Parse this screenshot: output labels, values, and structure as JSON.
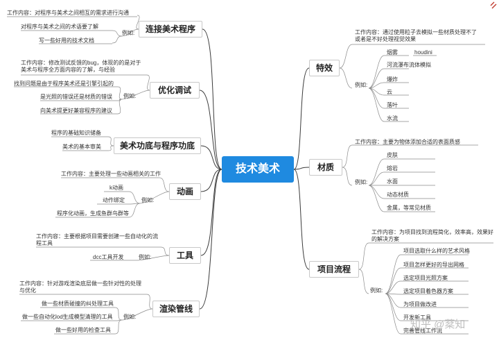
{
  "center": "技术美术",
  "watermark": "知乎 @棻知",
  "left": [
    {
      "title": "连接美术程序",
      "desc": "工作内容：对程序与美术之间相互的需求进行沟通",
      "example_label": "例如:",
      "items": [
        "对程序与美术之间的术语要了解",
        "写一些好用的技术文档"
      ]
    },
    {
      "title": "优化调试",
      "desc": "工作内容：修改测试反馈的bug，体现的的是对于美术与程序全方面内容的了解，与经验",
      "example_label": "例如:",
      "items": [
        "找到问题是由于程序美术还是引擎引起的",
        "是光照的错误还是材质的错误",
        "向美术提更好兼容程序的建议"
      ]
    },
    {
      "title": "美术功底与程序功底",
      "items": [
        "程序的基础知识储备",
        "美术的基本审美"
      ]
    },
    {
      "title": "动画",
      "desc": "工作内容：主要处理一些动画相关的工作",
      "example_label": "例如:",
      "items": [
        "k动画",
        "动作绑定",
        "程序化动画，生成鱼群鸟群等"
      ]
    },
    {
      "title": "工具",
      "desc": "工作内容：主要根据项目需要创建一些自动化的流程工具",
      "example_label": "例如:",
      "items": [
        "dcc工具开发"
      ]
    },
    {
      "title": "渲染管线",
      "desc": "工作内容：针对游戏渲染底层做一些针对性的处理与优化",
      "example_label": "例如:",
      "items": [
        "做一些材质碰撞的纠处理工具",
        "做一些自动化lod生成模型清理的工具",
        "做一些好用的检查工具"
      ]
    }
  ],
  "right": [
    {
      "title": "特效",
      "desc": "工作内容：通过使用粒子去模拟一些材质处理不了或者是不好处理视觉效果",
      "example_label": "例如:",
      "items": [
        "烟雾",
        "河流瀑布流体模拟",
        "爆炸",
        "云",
        "落叶",
        "水流"
      ],
      "extra": "houdini"
    },
    {
      "title": "材质",
      "desc": "工作内容：主要为物体添加合适的表面质感",
      "example_label": "例如:",
      "items": [
        "皮肤",
        "熔岩",
        "水面",
        "动态材质",
        "金属，等常见材质"
      ]
    },
    {
      "title": "项目流程",
      "desc": "工作内容：为项目找到流程简化，效率高，效果好的解决方案",
      "example_label": "例如:",
      "items": [
        "项目选取什么样的艺术风格",
        "项目怎样更好的导出网格",
        "选定项目光照方案",
        "选定项目着色器方案",
        "为项目做改进",
        "开发新工具",
        "完善管线工作流"
      ]
    }
  ],
  "colors": {
    "center": "#1f8ae0",
    "line": "#3a3a3a",
    "underline": "#8a8a8a"
  }
}
